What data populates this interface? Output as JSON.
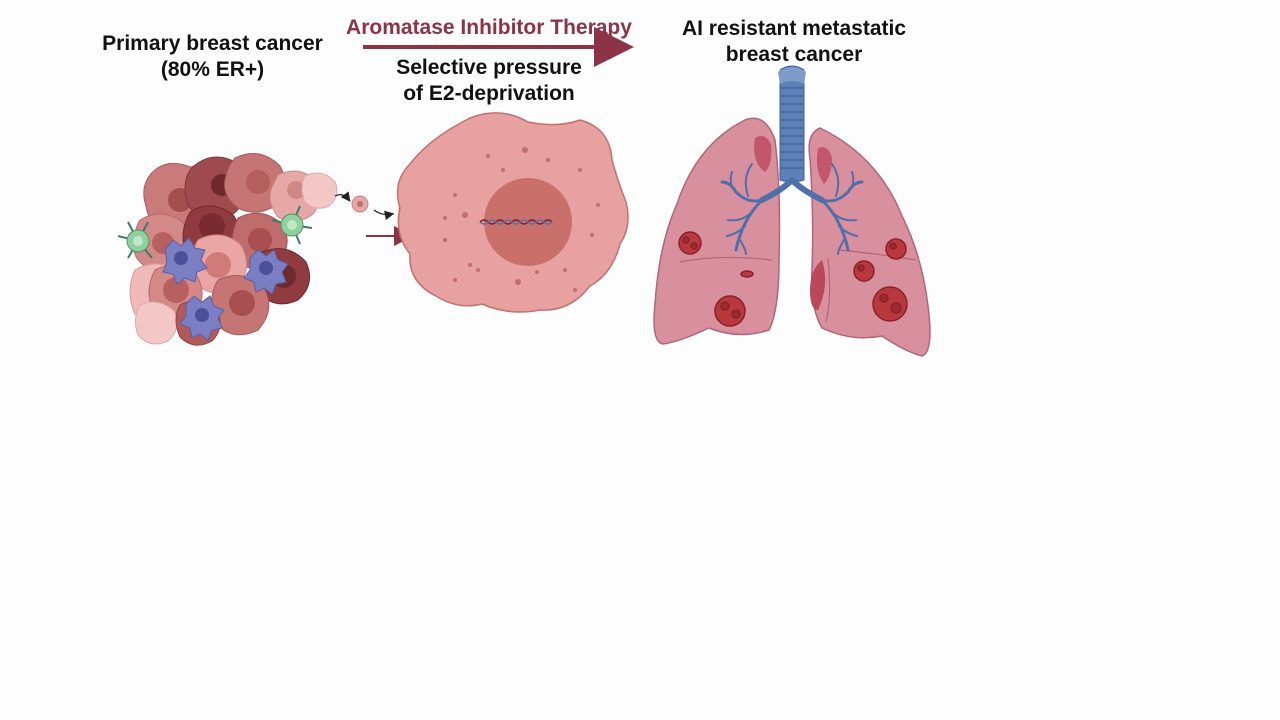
{
  "labels": {
    "primary": {
      "line1": "Primary breast cancer",
      "line2": "(80% ER+)"
    },
    "therapy": "Aromatase Inhibitor Therapy",
    "pressure": {
      "line1": "Selective pressure",
      "line2": "of E2-deprivation"
    },
    "metastatic": {
      "line1": "AI resistant metastatic",
      "line2": "breast cancer"
    }
  },
  "colors": {
    "therapy_accent": "#8c3347",
    "tumor_cell": "#c97a7a",
    "tumor_cell_dark": "#a34d4d",
    "immune_cell_blue": "#7a7fc4",
    "immune_cell_green": "#8fd19e",
    "cell_body": "#e8a1a1",
    "nucleus": "#c9706b",
    "lung": "#d9909e",
    "bronchi": "#4f6fa8",
    "metastasis": "#b8383d"
  }
}
